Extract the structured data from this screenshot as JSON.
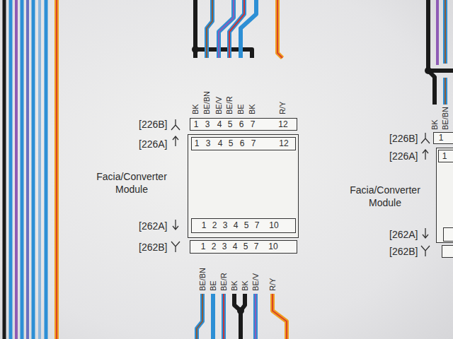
{
  "diagram": {
    "nodes": [
      {
        "text": [
          "[226B]",
          "1",
          "3",
          "4",
          "5",
          "6",
          "7",
          "12"
        ]
      },
      {
        "text": [
          "Facia/Converter Module"
        ]
      },
      {
        "text": [
          "[226A]",
          "1",
          "3",
          "4",
          "5",
          "6",
          "7",
          "12"
        ],
        "in": 1
      },
      {
        "text": [
          "[262A]",
          "1",
          "2",
          "3",
          "4",
          "5",
          "7",
          "10"
        ],
        "in": 1
      },
      {
        "text": [
          "[262B]",
          "1",
          "2",
          "3",
          "4",
          "5",
          "7",
          "10"
        ]
      },
      {
        "text": [
          "[226B]",
          "1"
        ]
      },
      {
        "text": [
          "Facia/Converter Module"
        ]
      },
      {
        "text": [
          "[226A]",
          "1"
        ],
        "in": 6
      },
      {
        "text": [
          "[262A]"
        ],
        "in": 6
      },
      {
        "text": [
          "[262B]"
        ]
      }
    ],
    "labels": [
      "BK",
      "BE/BN",
      "BE/V",
      "BE/R",
      "BE",
      "BK",
      "R/Y",
      "BE/BN",
      "BE",
      "BE/R",
      "BK",
      "BK",
      "BE/V",
      "R/Y",
      "BK",
      "BE/BN"
    ]
  }
}
